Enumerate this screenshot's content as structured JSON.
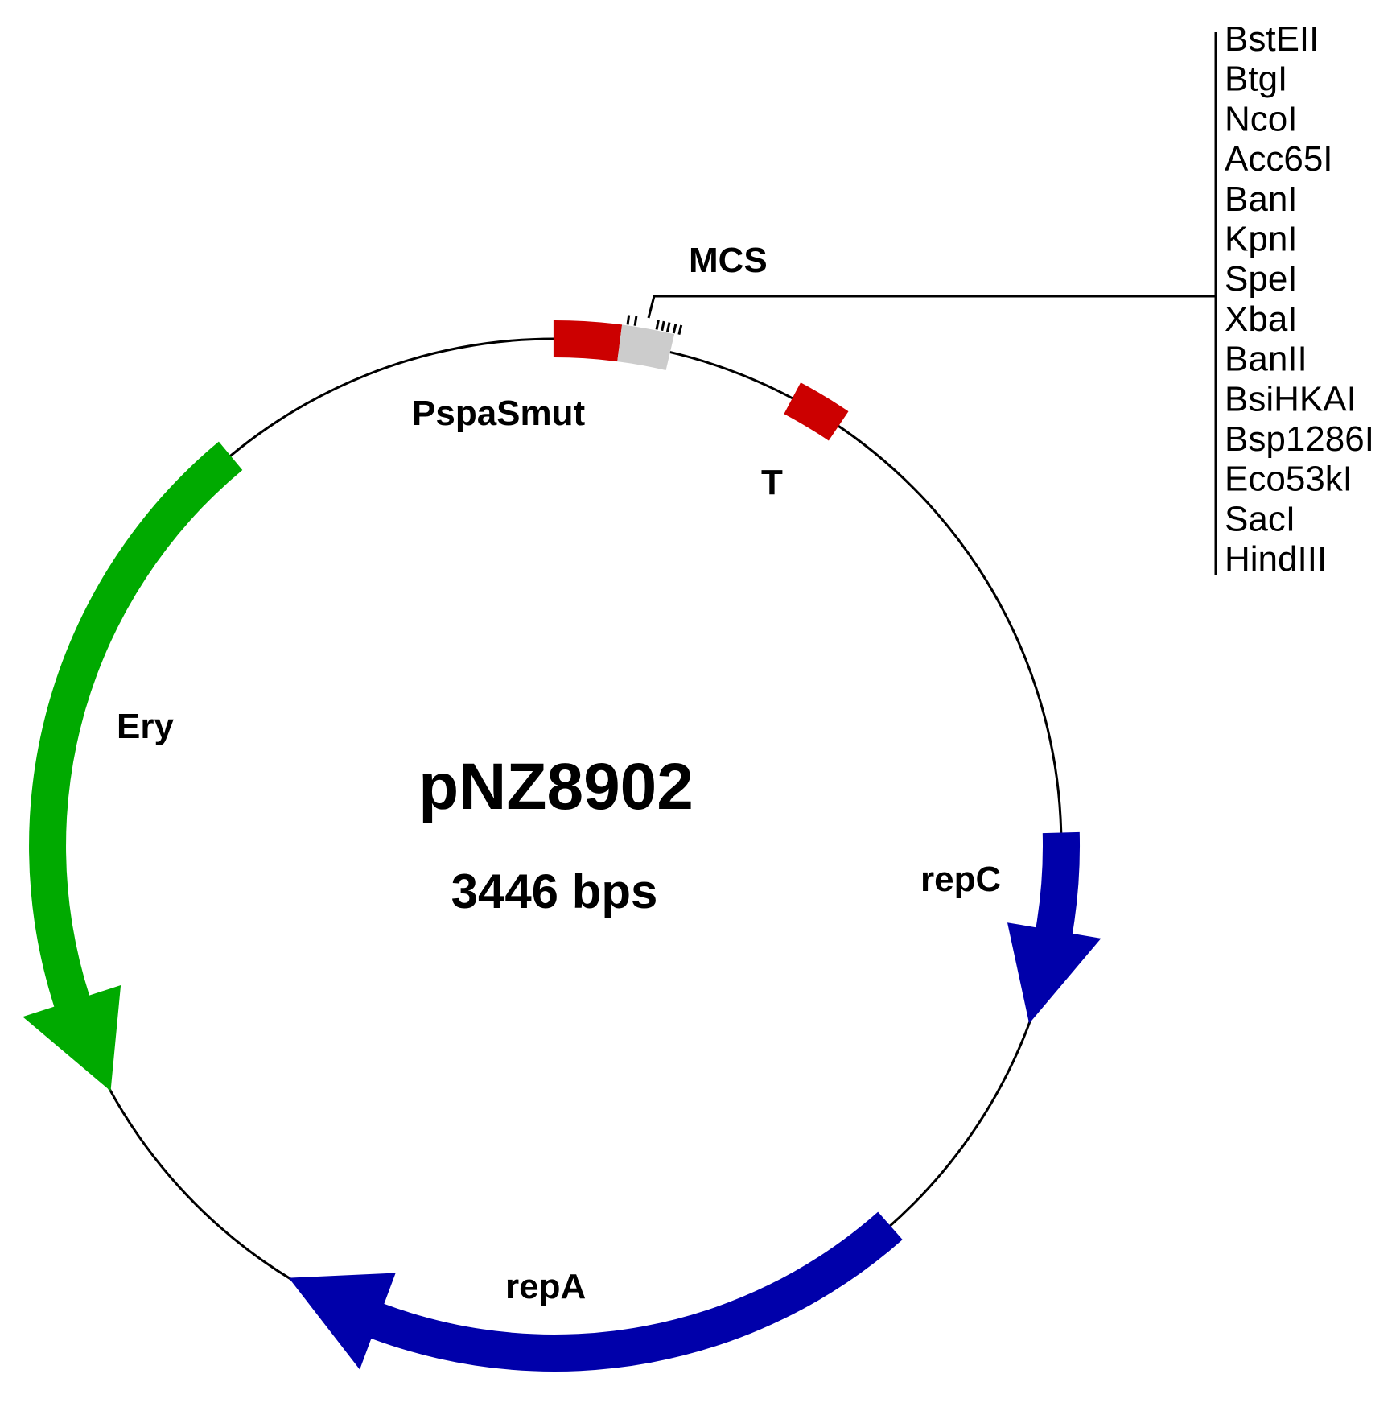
{
  "plasmid": {
    "name": "pNZ8902",
    "size_label": "3446 bps",
    "size_bp": 3446
  },
  "features": [
    {
      "id": "PspaSmut",
      "label": "PspaSmut",
      "type": "promoter",
      "color": "#cc0000"
    },
    {
      "id": "mcs-box",
      "label": "",
      "type": "mcs",
      "color": "#cccccc"
    },
    {
      "id": "T",
      "label": "T",
      "type": "terminator",
      "color": "#cc0000"
    },
    {
      "id": "repC",
      "label": "repC",
      "type": "gene",
      "direction": "forward",
      "color": "#0000aa"
    },
    {
      "id": "repA",
      "label": "repA",
      "type": "gene",
      "direction": "forward",
      "color": "#0000aa"
    },
    {
      "id": "Ery",
      "label": "Ery",
      "type": "gene",
      "direction": "reverse",
      "color": "#00aa00"
    }
  ],
  "mcs": {
    "label": "MCS",
    "enzymes": [
      "BstEII",
      "BtgI",
      "NcoI",
      "Acc65I",
      "BanI",
      "KpnI",
      "SpeI",
      "XbaI",
      "BanII",
      "BsiHKAI",
      "Bsp1286I",
      "Eco53kI",
      "SacI",
      "HindIII"
    ]
  },
  "colors": {
    "backbone": "#000000",
    "promoter": "#cc0000",
    "mcs": "#cccccc",
    "rep": "#0000aa",
    "ery": "#00aa00"
  }
}
